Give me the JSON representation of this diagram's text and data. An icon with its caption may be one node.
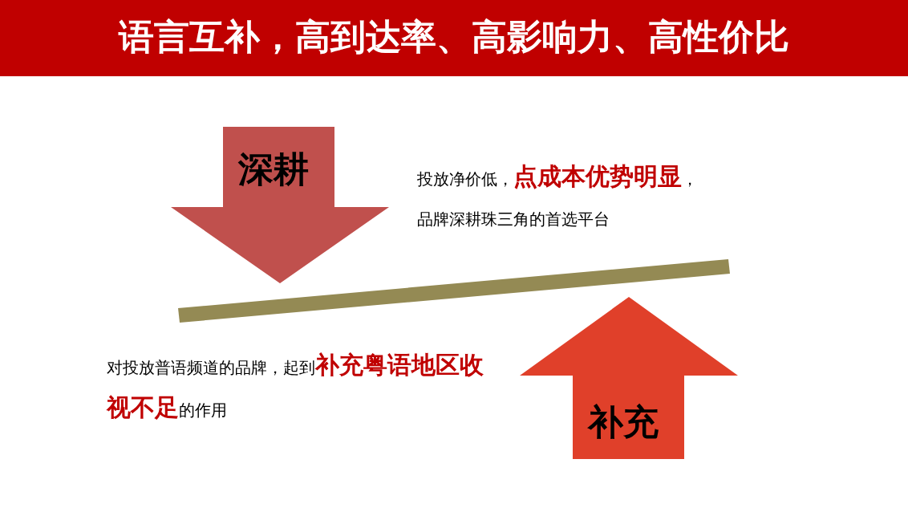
{
  "diagram": {
    "title": "语言互补，高到达率、高影响力、高性价比",
    "nodes": [
      {
        "text": [
          "深耕"
        ]
      },
      {
        "text": [],
        "shape": "bar"
      },
      {
        "text": [
          "补充"
        ]
      }
    ],
    "labels": [
      "投放净价低，**点成本优势明显**，品牌深耕珠三角的首选平台",
      "对投放普语频道的品牌，起到**补充粤语地区收视不足**的作用"
    ]
  }
}
